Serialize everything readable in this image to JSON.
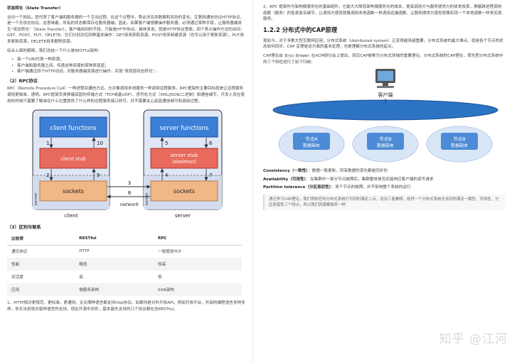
{
  "left": {
    "top_heading": "状态转化（State Transfer）",
    "p1": "访问一个网站，就代表了客户端和服务器的一个互动过程。在这个过程中，势必涉及到数据和状态的变化。互联网通信协议HTTP协议，是一个无状态协议。这意味着，所有的状态都保存在服务器端。因此，如果客户端想要操作服务器，必须通过某种手段，让服务器端发生“状态转化”（State Transfer）。客户端用到的手段，只能是HTTP协议。具体来说，就是HTTP协议里面，四个表示操作方式的动词：GET、POST、PUT、DELETE。它们分别对应四种基本操作：GET用来获取资源，POST用来新建资源（也可以用于更新资源），PUT用来更新资源，DELETE用来删除资源。",
    "p2": "综合上面的解释，我们总结一下什么是RESTful架构：",
    "bullets": [
      "每一个URI代表一种资源；",
      "客户端和服务器之间，传递这种资源的某种表现层；",
      "客户端通过四个HTTP动词，对服务器端资源进行操作，实现“表现层状态转化”。"
    ],
    "rpc_heading": "（2）RPC协议",
    "rpc_p": "RPC（Remote Procedure Call）一种进程间通信方式。允许像调用本地服务一样调用远程服务。RPC框架的主要目标就是让远程服务调用更简单、透明。RPC框架负责屏蔽底层的传输方式（TCP或者UDP）、序列化方式（XML/JSON/二进制）和通信细节。开发人员在使用的时候只需要了解谁在什么位置提供了什么样的远程服务接口即可，并不需要关心底层通信细节和调用过程。",
    "diagram": {
      "client_functions": "client functions",
      "client_stub": "client stub",
      "sockets": "sockets",
      "server_functions": "server functions",
      "server_stub_line1": "server stub",
      "server_stub_line2": "(skeleton)",
      "server_sockets": "sockets",
      "kernel": "kernel",
      "network": "network",
      "client_label": "client",
      "server_label": "server",
      "steps": [
        "1",
        "2",
        "3",
        "4",
        "5",
        "6",
        "7",
        "8",
        "9",
        "10"
      ]
    },
    "diff_heading": "（3）区别与联系",
    "table": {
      "headers": [
        "比较项",
        "RESTful",
        "RPC"
      ],
      "rows": [
        [
          "通讯协议",
          "HTTP",
          "一般使用TCP"
        ],
        [
          "性能",
          "略低",
          "较高"
        ],
        [
          "灵活度",
          "高",
          "低"
        ],
        [
          "应用",
          "微服务架构",
          "SOA架构"
        ]
      ]
    },
    "bottom_p": "1、HTTP相对更规范，更标准，更通用，无论哪种语言都支持http协议。如果你是对外开放API，例如开放平台，外部的编程语言多种多样，你无法拒绝对每种语言的支持，现在开源中间件，基本最先支持的几个协议都包含RESTful。"
  },
  "right": {
    "p_top": "2、RPC 框架作为架构微服务化的基础组件，它能大大降低架构微服务化的成本，提高调用方与服务提供方的研发效率，屏蔽跨进程调用函数（服务）的各类复杂细节。让调用方感觉就像调用本地函数一样调用远端函数、让服务提供方感觉就像实现一个本地函数一样来实现服务。",
    "h2": "1.2.2 分布式中的CAP原理",
    "p1": "现如今，对于多数大型互联网应用，分布式系统（distributed system）正变得越来越重要。分布式系统的最大难点，就是各个节点的状态如何同步。CAP 定理是这方面的基本定理，也是理解分布式系统的起点。",
    "p2_pre": "CAP理论由 ",
    "p2_code": "Eric Brewer",
    "p2_post": " 在ACM研讨会上提出，而后CAP被奉为分布式领域的重要理论。分布式系统的CAP理论，首先把分布式系统中的三个特性进行了如下归纳：",
    "cap": {
      "client": "客户端",
      "nodes": [
        {
          "name": "节点A",
          "replica": "数据副本"
        },
        {
          "name": "节点B",
          "replica": "数据副本"
        },
        {
          "name": "节点B",
          "replica": "数据副本"
        }
      ]
    },
    "c_term": "Consistency（一致性）",
    "c_desc": "：数据一致更新，所有数据的变化都是同步的",
    "a_term": "Availability（可用性）",
    "a_desc": "：在集群中一部分节点故障后，集群整体是否还能响应客户端的读写请求",
    "p_term": "Partition tolerance（分区容忍性）",
    "p_desc": "：某个节点的故障，并不影响整个系统的运行",
    "quote": "通过学习CAP理论，我们得知任何分布式系统只可同时满足二点，没法三者兼顾，既然一个分布式系统无法同时满足一致性、可用性、分区容错性三个特点，所以我们就需要抛弃一样："
  },
  "watermark": "知乎 @江河",
  "colors": {
    "blue_box": "#3b7fd6",
    "red_box": "#e86a5c",
    "orange_box": "#f0b787",
    "panel_bg": "#dfe7f6",
    "ellipse_blue": "#2c73c4",
    "node_fill": "#4d8bd6"
  }
}
